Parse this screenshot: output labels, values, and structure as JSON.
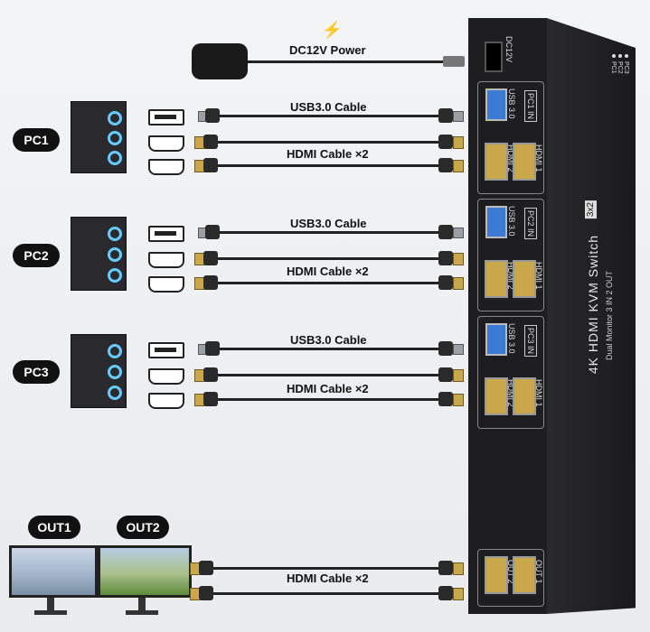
{
  "power": {
    "label": "DC12V Power",
    "icon": "lightning-icon"
  },
  "pcs": [
    {
      "label": "PC1",
      "usb_label": "USB3.0 Cable",
      "hdmi_label": "HDMI Cable ×2"
    },
    {
      "label": "PC2",
      "usb_label": "USB3.0 Cable",
      "hdmi_label": "HDMI Cable ×2"
    },
    {
      "label": "PC3",
      "usb_label": "USB3.0 Cable",
      "hdmi_label": "HDMI Cable ×2"
    }
  ],
  "outputs": {
    "out1": "OUT1",
    "out2": "OUT2",
    "hdmi_label": "HDMI Cable ×2"
  },
  "switch": {
    "title": "4K HDMI KVM Switch",
    "badge": "3x2",
    "subtitle": "Dual Monitor 3 IN 2 OUT",
    "dc_label": "DC12V",
    "leds": [
      "PC1",
      "PC2",
      "PC3"
    ],
    "groups": [
      {
        "in_label": "PC1 IN",
        "usb": "USB 3.0",
        "hdmi1": "HDMI 1",
        "hdmi2": "HDMI 2"
      },
      {
        "in_label": "PC2 IN",
        "usb": "USB 3.0",
        "hdmi1": "HDMI 1",
        "hdmi2": "HDMI 2"
      },
      {
        "in_label": "PC3 IN",
        "usb": "USB 3.0",
        "hdmi1": "HDMI 1",
        "hdmi2": "HDMI 2"
      }
    ],
    "out1": "OUT 1",
    "out2": "OUT 2"
  },
  "colors": {
    "usb_port": "#3b7bd6",
    "hdmi_port": "#c9a74a",
    "device": "#1e1e20"
  }
}
